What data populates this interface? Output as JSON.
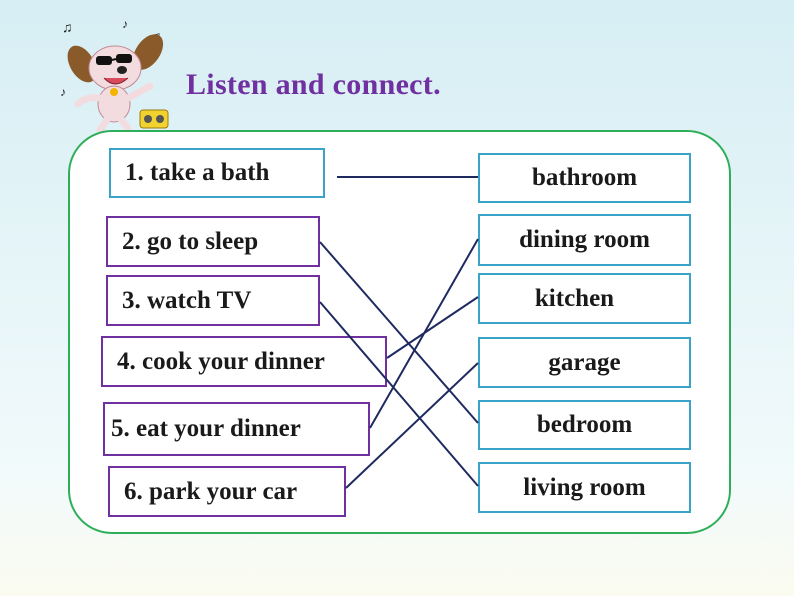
{
  "title": "Listen and connect.",
  "left_items": [
    "1. take a bath",
    "2. go to sleep",
    "3. watch TV",
    "4. cook your dinner",
    "5. eat your dinner",
    "6. park your car"
  ],
  "right_items": [
    "bathroom",
    "dining room",
    "kitchen",
    "garage",
    "bedroom",
    "living room"
  ],
  "connections": [
    {
      "from": "1. take a bath",
      "to": "bathroom"
    },
    {
      "from": "2. go to sleep",
      "to": "bedroom"
    },
    {
      "from": "3. watch TV",
      "to": "living room"
    },
    {
      "from": "4. cook your dinner",
      "to": "kitchen"
    },
    {
      "from": "5. eat your dinner",
      "to": "dining room"
    },
    {
      "from": "6. park your car",
      "to": "garage"
    }
  ],
  "colors": {
    "title": "#7030a0",
    "left_box_border": "#7030a0",
    "right_box_border": "#3aa3c8",
    "frame_border": "#2fae5a",
    "connector_line": "#1f2a60"
  },
  "icons": {
    "mascot": "dancing-dog-with-sunglasses-and-radio-icon"
  }
}
